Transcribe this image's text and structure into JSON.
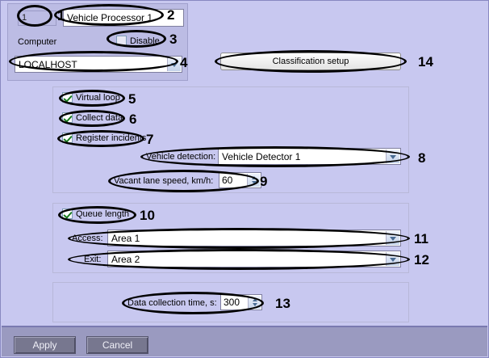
{
  "window": {
    "background_color": "#c8c8f0",
    "panel_color": "#bcbce4"
  },
  "computer_panel": {
    "id_value": "1",
    "name_value": "Vehicle Processor 1",
    "computer_label": "Computer",
    "disable_label": "Disable",
    "disable_checked": false,
    "host_value": "LOCALHOST"
  },
  "classification": {
    "button_label": "Classification setup"
  },
  "group1": {
    "virtual_loop_label": "Virtual loop",
    "collect_data_label": "Collect data",
    "register_incidents_label": "Register incidents",
    "vehicle_detection_label": "Vehicle detection:",
    "vehicle_detection_value": "Vehicle Detector 1",
    "vacant_lane_speed_label": "Vacant lane speed, km/h:",
    "vacant_lane_speed_value": "60"
  },
  "group2": {
    "queue_length_label": "Queue length",
    "access_label": "Access:",
    "access_value": "Area 1",
    "exit_label": "Exit:",
    "exit_value": "Area 2"
  },
  "group3": {
    "data_collection_label": "Data collection time, s:",
    "data_collection_value": "300"
  },
  "footer": {
    "apply_label": "Apply",
    "cancel_label": "Cancel"
  },
  "annotations": {
    "n1": "1",
    "n2": "2",
    "n3": "3",
    "n4": "4",
    "n5": "5",
    "n6": "6",
    "n7": "7",
    "n8": "8",
    "n9": "9",
    "n10": "10",
    "n11": "11",
    "n12": "12",
    "n13": "13",
    "n14": "14"
  }
}
